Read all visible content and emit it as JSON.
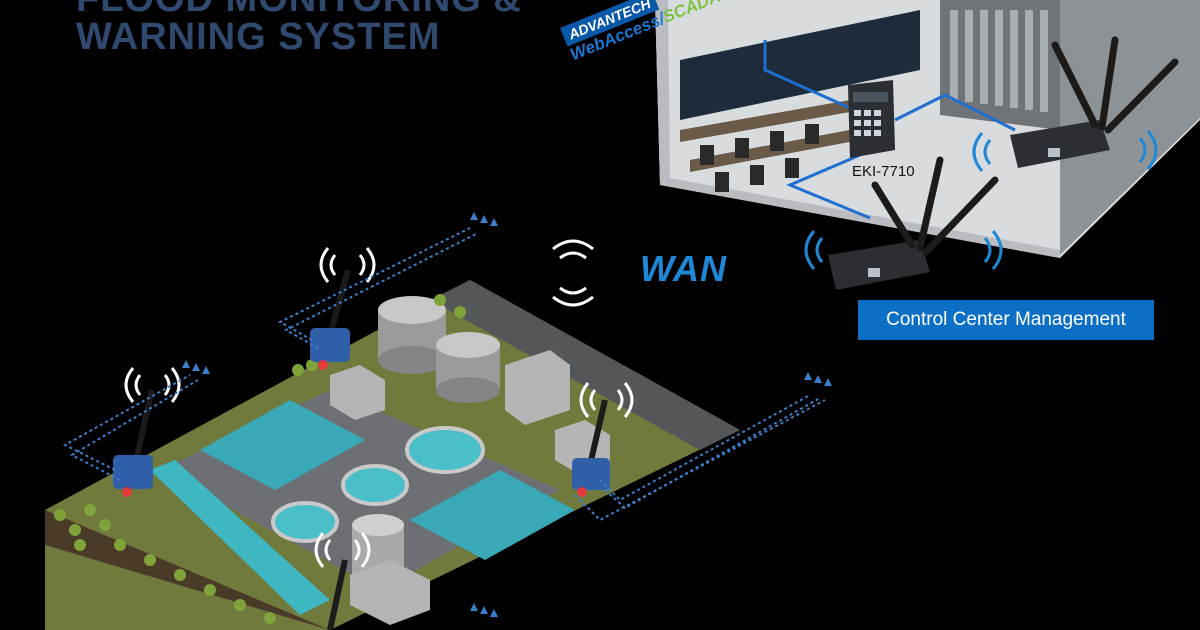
{
  "title": {
    "line1": "FLOOD MONITORING &",
    "line2": "WARNING SYSTEM"
  },
  "brand": {
    "company": "ADVANTECH",
    "product_part1": "WebAccess/",
    "product_part2": "SCADA"
  },
  "network": {
    "wan_label": "WAN"
  },
  "devices": {
    "switch_label": "EKI-7710"
  },
  "control_center": {
    "label": "Control Center Management"
  },
  "colors": {
    "title": "#2f4a6e",
    "wan": "#1e88d6",
    "button": "#0b6fc6",
    "link_dots": "#3a7fc9",
    "scada_green": "#7cc242"
  }
}
